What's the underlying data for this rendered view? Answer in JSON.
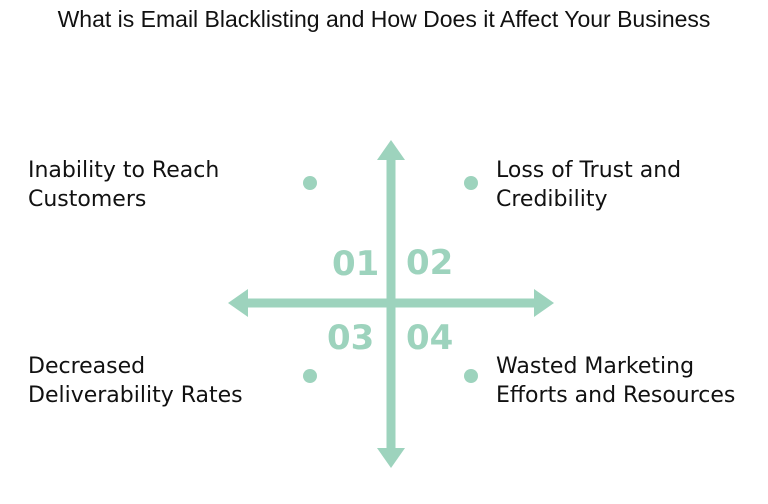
{
  "title": "What is Email Blacklisting and How Does it Affect Your Business",
  "colors": {
    "accent": "#9dd3bd",
    "text": "#111111",
    "background": "#ffffff"
  },
  "quadrants": [
    {
      "number": "01",
      "line1": "Inability to Reach",
      "line2": "Customers"
    },
    {
      "number": "02",
      "line1": "Loss of Trust and",
      "line2": "Credibility"
    },
    {
      "number": "03",
      "line1": "Decreased",
      "line2": "Deliverability Rates"
    },
    {
      "number": "04",
      "line1": "Wasted Marketing",
      "line2": "Efforts and Resources"
    }
  ]
}
